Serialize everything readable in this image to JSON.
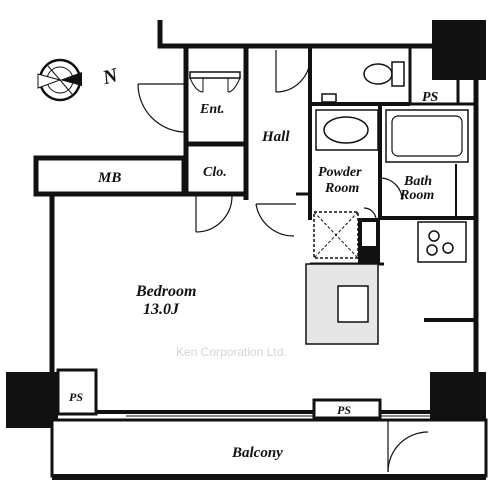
{
  "rooms": {
    "entrance": "Ent.",
    "hall": "Hall",
    "closet": "Clo.",
    "meter_box": "MB",
    "powder_room": [
      "Powder",
      "Room"
    ],
    "bath_room": [
      "Bath",
      "Room"
    ],
    "bedroom": [
      "Bedroom",
      "13.0J"
    ],
    "balcony": "Balcony",
    "pipe_space_top": "PS",
    "pipe_space_left": "PS",
    "pipe_space_bottom": "PS"
  },
  "compass": {
    "north_letter": "N"
  },
  "watermark": "Ken Corporation Ltd.",
  "colors": {
    "wall": "#111111",
    "kitchen_counter": "#e6e6e6",
    "hatch": "#555555"
  }
}
